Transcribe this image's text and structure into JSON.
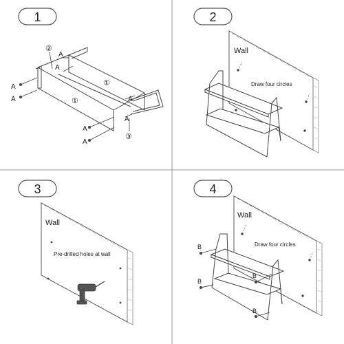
{
  "steps": [
    {
      "number": "1"
    },
    {
      "number": "2",
      "wall_label": "Wall",
      "note": "Draw four circles"
    },
    {
      "number": "3",
      "wall_label": "Wall",
      "note": "Pre-drilled holes at wall"
    },
    {
      "number": "4",
      "wall_label": "Wall",
      "note": "Draw four circles"
    }
  ],
  "part_labels": {
    "panel_left": "①",
    "panel_right": "①",
    "frame_back": "②",
    "frame_front": "③",
    "screw_a": "A",
    "screw_b": "B"
  },
  "colors": {
    "line": "#444444",
    "divider": "#9a9a9a",
    "wall_hatch": "#bbbbbb"
  }
}
